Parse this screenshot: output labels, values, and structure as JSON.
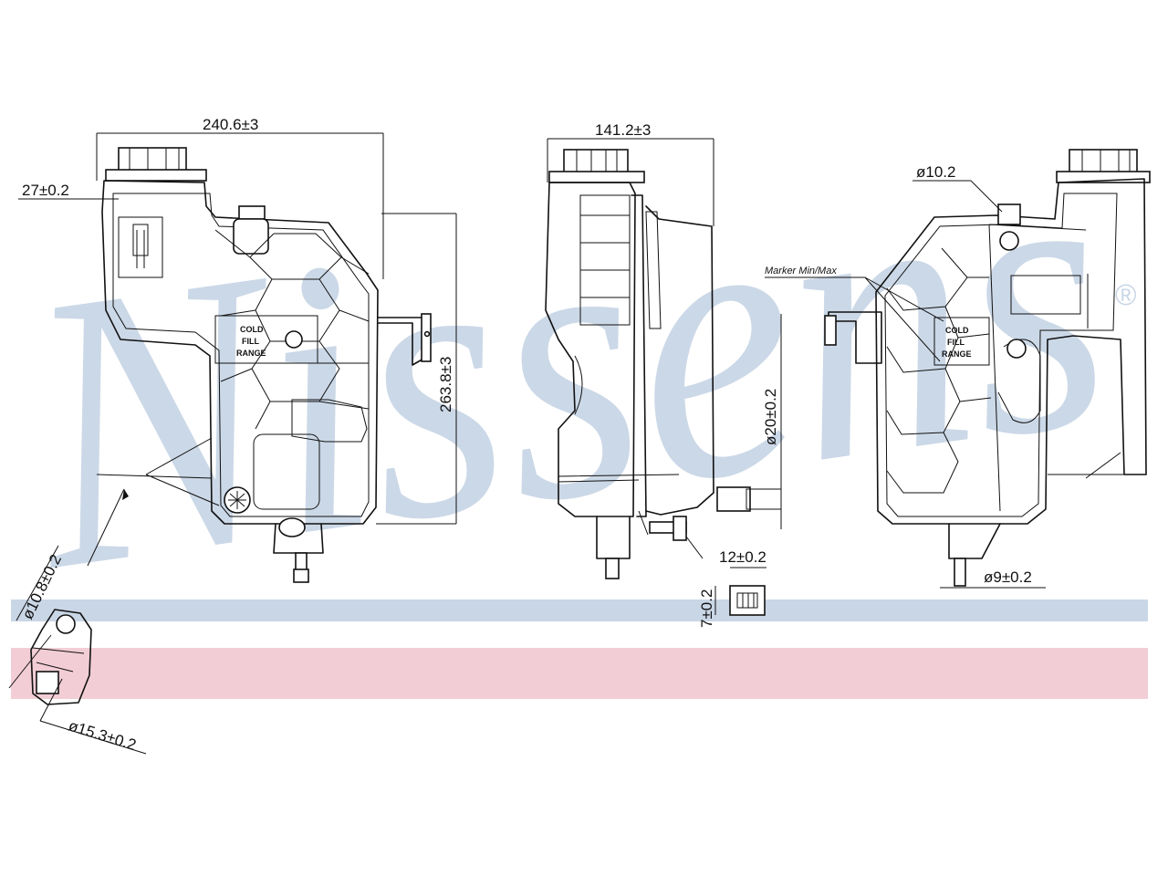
{
  "brand": {
    "watermark": "Nissens",
    "registered_mark": "®",
    "watermark_color": "#c9d6e6",
    "band_blue": "#c9d6e6",
    "band_pink": "#f2cdd6"
  },
  "dimensions": {
    "width_front": "240.6±3",
    "height_front": "263.8±3",
    "cap_offset": "27±0.2",
    "width_side": "141.2±3",
    "outlet_diameter_side": "ø20±0.2",
    "hose_diameter_right": "ø10.2",
    "pipe_diameter_right": "ø9±0.2",
    "connector_width": "12±0.2",
    "connector_height": "7±0.2",
    "bracket_hole_small": "ø10.8±0.2",
    "bracket_hole_large": "ø15.3±0.2"
  },
  "labels": {
    "fill_mark_line1": "COLD",
    "fill_mark_line2": "FILL",
    "fill_mark_line3": "RANGE",
    "marker_note": "Marker Min/Max"
  }
}
